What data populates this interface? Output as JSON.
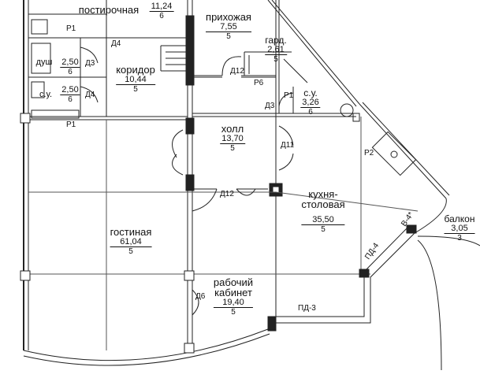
{
  "rooms": [
    {
      "key": "laundry",
      "name": "постирочная",
      "area": "11,24",
      "height": "6"
    },
    {
      "key": "hall_entry",
      "name": "прихожая",
      "area": "7,55",
      "height": "5"
    },
    {
      "key": "wardrobe",
      "name": "гард.",
      "area": "2,61",
      "height": "5"
    },
    {
      "key": "shower",
      "name": "душ",
      "area": "2,50",
      "height": "6"
    },
    {
      "key": "corridor",
      "name": "коридор",
      "area": "10,44",
      "height": "5"
    },
    {
      "key": "wc_left",
      "name": "с.у.",
      "area": "2,50",
      "height": "6"
    },
    {
      "key": "wc_right",
      "name": "с.у.",
      "area": "3,26",
      "height": "6"
    },
    {
      "key": "hall",
      "name": "холл",
      "area": "13,70",
      "height": "5"
    },
    {
      "key": "kitchen",
      "name": "кухня-\nстоловая",
      "area": "35,50",
      "height": "5"
    },
    {
      "key": "balcony",
      "name": "балкон",
      "area": "3,05",
      "height": "3"
    },
    {
      "key": "living",
      "name": "гостиная",
      "area": "61,04",
      "height": "5"
    },
    {
      "key": "office",
      "name": "рабочий\nкабинет",
      "area": "19,40",
      "height": "5"
    }
  ],
  "tags": {
    "p1_top": "Р1",
    "d4_top": "Д4",
    "d3_shower": "Д3",
    "d4_wc": "Д4",
    "p1_bottom": "Р1",
    "d12_entry": "Д12",
    "p6": "Р6",
    "p1_right": "Р1",
    "d3_wc": "Д3",
    "d11": "Д11",
    "p2": "Р2",
    "d12_hall": "Д12",
    "d6": "Д6",
    "pd3": "ПД-3",
    "pd4": "ПД-4",
    "v4": "В-4*"
  }
}
